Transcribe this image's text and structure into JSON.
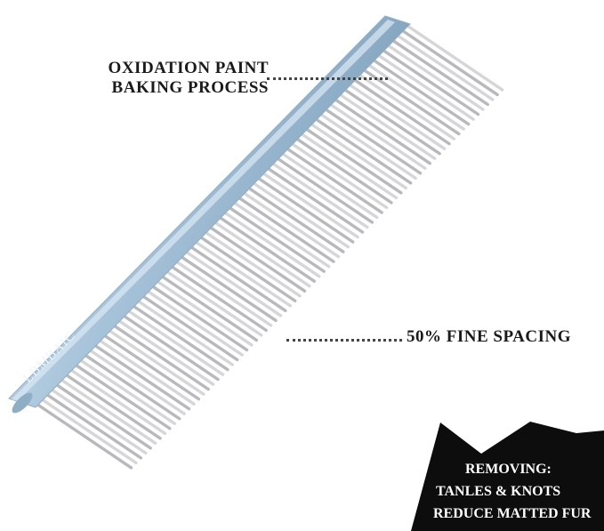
{
  "brand": "LBMBAIC",
  "callouts": {
    "oxidation_line1": "OXIDATION PAINT",
    "oxidation_line2": "BAKING PROCESS",
    "spacing": "50% FINE SPACING"
  },
  "badge": {
    "line1": "REMOVING:",
    "line2": "TANLES &  KNOTS",
    "line3": "REDUCE MATTED FUR"
  },
  "colors": {
    "handle": "#a9c6dc",
    "teeth": "#c9c9cb",
    "badge": "#0d0d0d"
  }
}
